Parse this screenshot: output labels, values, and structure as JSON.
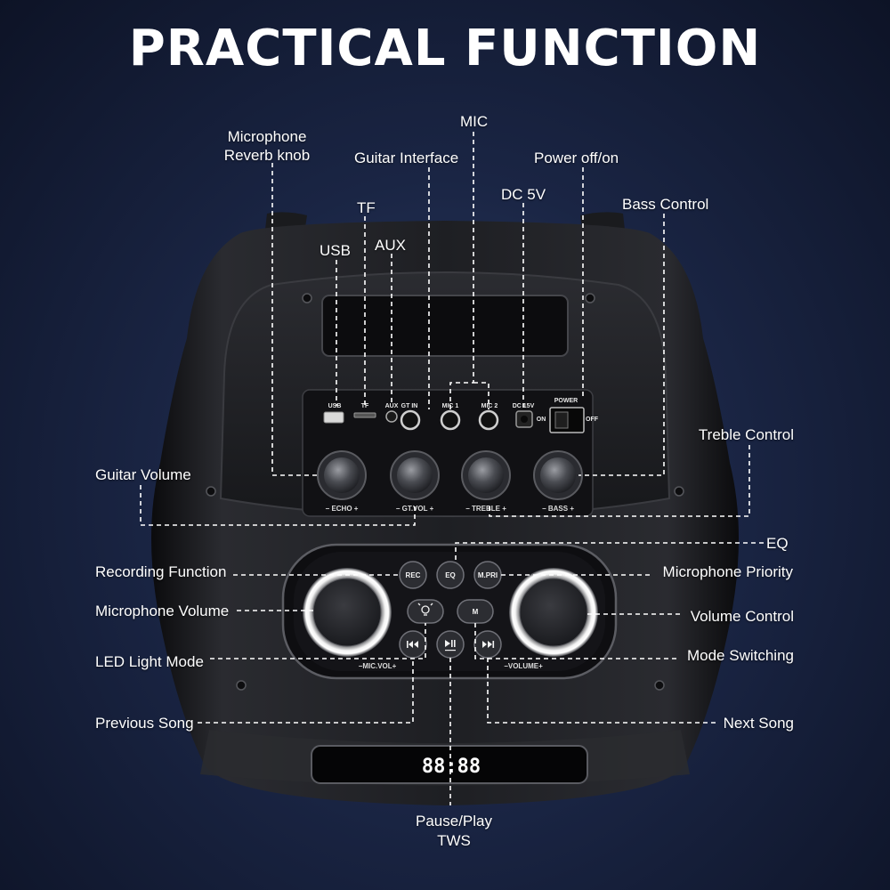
{
  "title": "PRACTICAL FUNCTION",
  "callouts": {
    "mic": "MIC",
    "mic_reverb_line1": "Microphone",
    "mic_reverb_line2": "Reverb knob",
    "guitar_interface": "Guitar Interface",
    "power": "Power off/on",
    "tf": "TF",
    "dc5v": "DC 5V",
    "bass": "Bass Control",
    "usb": "USB",
    "aux": "AUX",
    "treble": "Treble Control",
    "guitar_volume": "Guitar Volume",
    "eq": "EQ",
    "recording": "Recording Function",
    "mic_priority": "Microphone Priority",
    "mic_volume": "Microphone Volume",
    "volume_control": "Volume Control",
    "led_mode": "LED Light Mode",
    "mode_switching": "Mode Switching",
    "previous_song": "Previous Song",
    "next_song": "Next Song",
    "pause_play": "Pause/Play",
    "tws": "TWS"
  },
  "panel": {
    "usb": "USB",
    "tf": "TF",
    "aux": "AUX",
    "gt_in": "GT IN",
    "mic1": "MIC 1",
    "mic2": "MIC 2",
    "dc": "DC 15V",
    "power": "POWER",
    "on": "ON",
    "off": "OFF",
    "echo": "− ECHO +",
    "gt_vol": "− GT.VOL +",
    "treble": "− TREBLE +",
    "bass": "− BASS +",
    "rec": "REC",
    "eq": "EQ",
    "mpri": "M.PRI",
    "m": "M",
    "mic_vol": "−MIC.VOL+",
    "volume": "−VOLUME+",
    "display": "88:88"
  }
}
